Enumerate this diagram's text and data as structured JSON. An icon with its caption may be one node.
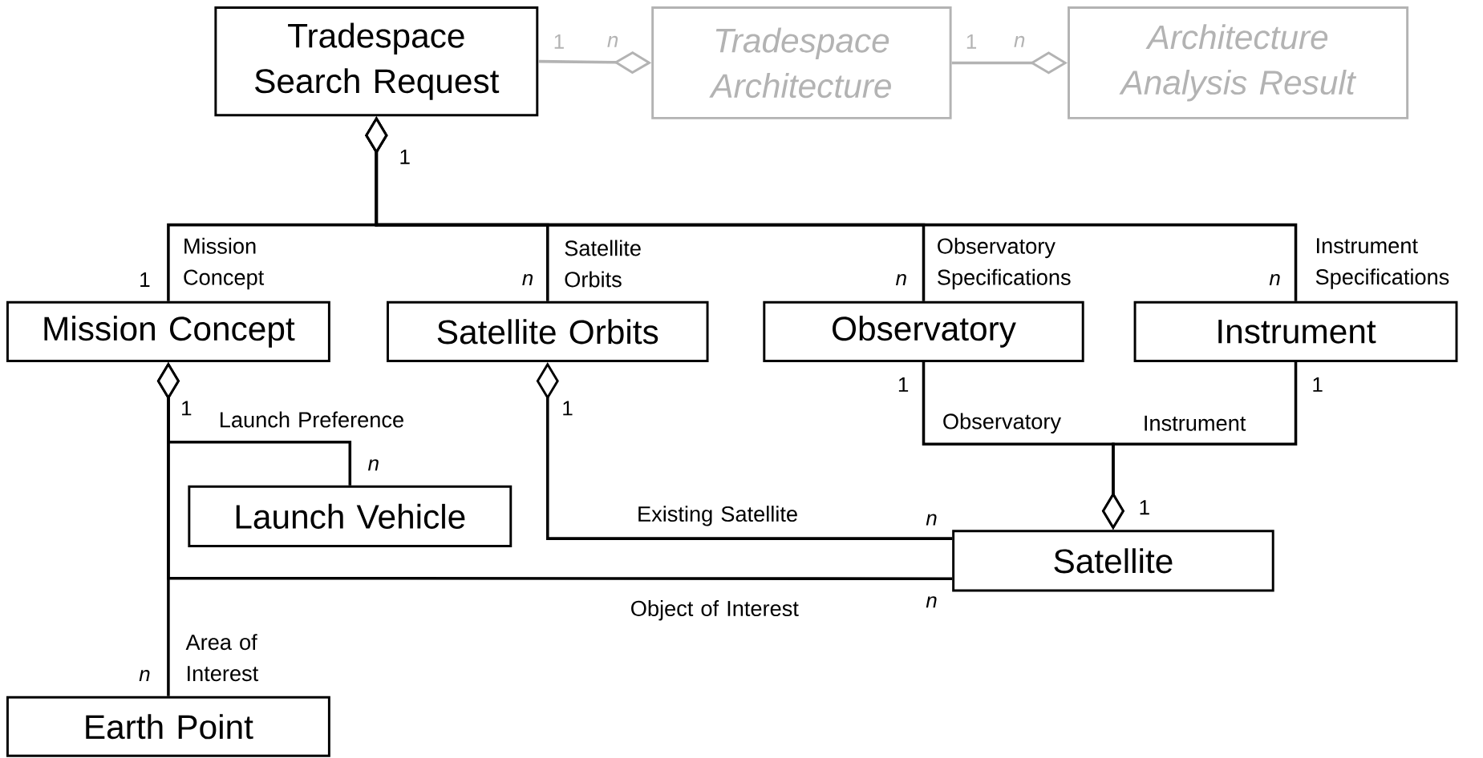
{
  "diagram": {
    "nodes": [
      {
        "text": [
          "Tradespace Search Request"
        ]
      },
      {
        "text": [
          "Tradespace Architecture"
        ]
      },
      {
        "text": [
          "Architecture Analysis Result"
        ]
      },
      {
        "text": [
          "Mission Concept"
        ]
      },
      {
        "text": [
          "Satellite Orbits"
        ]
      },
      {
        "text": [
          "Observatory"
        ]
      },
      {
        "text": [
          "Instrument"
        ]
      },
      {
        "text": [
          "Launch Vehicle"
        ]
      },
      {
        "text": [
          "Satellite"
        ]
      },
      {
        "text": [
          "Earth Point"
        ]
      }
    ],
    "edges": [
      {
        "from": 0,
        "to": 1,
        "arrow": "other",
        "color": "#b3b3b3"
      },
      {
        "from": 1,
        "to": 2,
        "arrow": "other",
        "color": "#b3b3b3"
      },
      {
        "from": 3,
        "to": 0,
        "arrow": "other",
        "label": "Mission Concept"
      },
      {
        "from": 4,
        "to": 0,
        "arrow": "other",
        "label": "Satellite Orbits"
      },
      {
        "from": 5,
        "to": 0,
        "arrow": "other",
        "label": "Observatory Specifications"
      },
      {
        "from": 6,
        "to": 0,
        "arrow": "other",
        "label": "Instrument Specifications"
      },
      {
        "from": 7,
        "to": 3,
        "arrow": "other",
        "label": "Launch Preference"
      },
      {
        "from": 9,
        "to": 3,
        "arrow": "other",
        "label": "Area of Interest"
      },
      {
        "from": 8,
        "to": 3,
        "arrow": "other",
        "label": "Object of Interest"
      },
      {
        "from": 8,
        "to": 4,
        "arrow": "other",
        "label": "Existing Satellite"
      },
      {
        "from": 5,
        "to": 8,
        "arrow": "other",
        "label": "Observatory"
      },
      {
        "from": 6,
        "to": 8,
        "arrow": "other",
        "label": "Instrument"
      }
    ],
    "labels": [
      "1",
      "n",
      "1",
      "n",
      "1",
      "1",
      "n",
      "n",
      "n",
      "1",
      "1",
      "1",
      "1",
      "n",
      "1",
      "n",
      "n",
      "n"
    ]
  }
}
